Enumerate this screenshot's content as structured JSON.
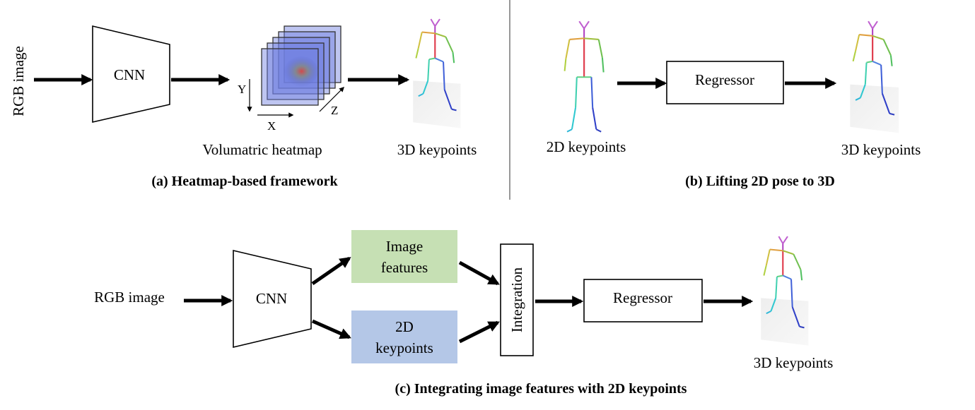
{
  "panel_a": {
    "input_label": "RGB image",
    "cnn_label": "CNN",
    "heatmap_label": "Volumatric heatmap",
    "axis_y": "Y",
    "axis_x": "X",
    "axis_z": "Z",
    "output_label": "3D keypoints",
    "caption": "(a) Heatmap-based framework"
  },
  "panel_b": {
    "input_label": "2D keypoints",
    "regressor_label": "Regressor",
    "output_label": "3D keypoints",
    "caption": "(b) Lifting 2D pose to 3D"
  },
  "panel_c": {
    "input_label": "RGB image",
    "cnn_label": "CNN",
    "features_line1": "Image",
    "features_line2": "features",
    "keypoints_line1": "2D",
    "keypoints_line2": "keypoints",
    "integration_label": "Integration",
    "regressor_label": "Regressor",
    "output_label": "3D keypoints",
    "caption": "(c) Integrating image features with 2D keypoints"
  },
  "colors": {
    "features_fill": "#c6e0b4",
    "keypoints_fill": "#b4c7e7",
    "heatmap_blue": "#6f7fe0",
    "heatmap_hot": "#e0403a"
  }
}
